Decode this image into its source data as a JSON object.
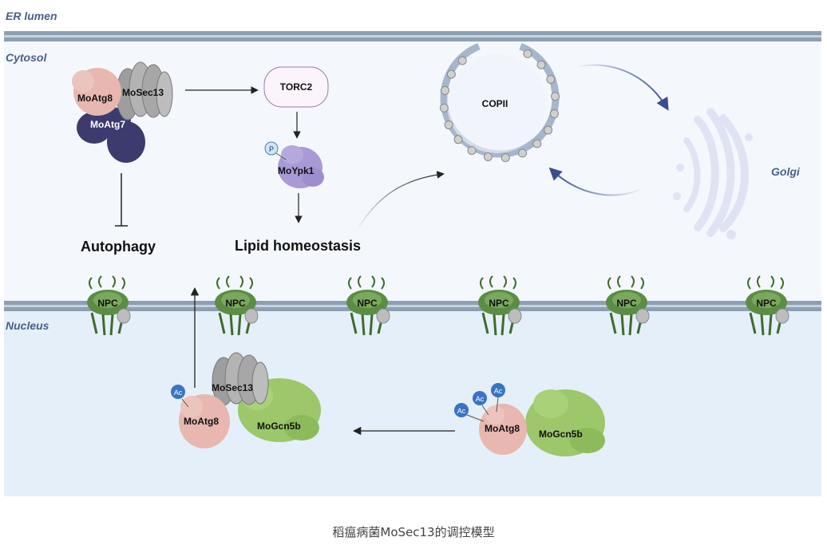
{
  "regions": {
    "er_lumen": "ER lumen",
    "cytosol": "Cytosol",
    "nucleus": "Nucleus",
    "golgi": "Golgi"
  },
  "proteins": {
    "mosec13": "MoSec13",
    "moatg8": "MoAtg8",
    "moatg7": "MoAtg7",
    "torc2": "TORC2",
    "moypk1": "MoYpk1",
    "mogcn5b": "MoGcn5b",
    "copii": "COPII"
  },
  "marks": {
    "phospho": "P",
    "acetyl": "Ac"
  },
  "processes": {
    "autophagy": "Autophagy",
    "lipid": "Lipid homeostasis"
  },
  "npc_label": "NPC",
  "caption": "稻瘟病菌MoSec13的调控模型",
  "colors": {
    "membrane": "#8d9fb3",
    "cytosol_bg": "#f3f7fc",
    "nucleus_bg": "#e6f0f9",
    "atg8": "#e8b7b0",
    "atg7": "#3d3a6e",
    "sec13": "#a9a9a9",
    "ypk1": "#a99ad6",
    "gcn5": "#9cc76a",
    "acetyl": "#3a73c4",
    "npc": "#4f7c3c",
    "golgi": "#dfe3f3"
  }
}
